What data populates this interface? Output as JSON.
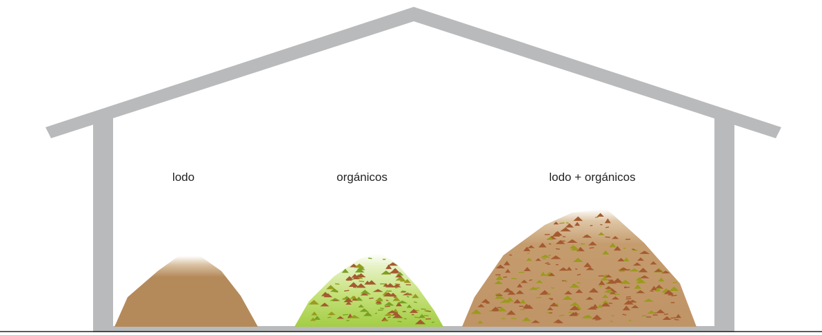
{
  "labels": {
    "sludge": "lodo",
    "organics": "orgánicos",
    "mixed": "lodo + orgánicos"
  },
  "colors": {
    "building": "#b9babc",
    "ground_line": "#222222",
    "sludge_pile": "#b48a5a",
    "organics_pile_base": "#a6d04a",
    "organics_pile_top": "#dcefb0",
    "mixed_pile": "#c49a6c",
    "fleck_brown": "#a45a30",
    "fleck_olive": "#9a9a1e",
    "fleck_green_dark": "#7aa023"
  },
  "piles": [
    {
      "id": "sludge",
      "label_key": "sludge",
      "flecks": "none"
    },
    {
      "id": "organics",
      "label_key": "organics",
      "flecks": "brown-green"
    },
    {
      "id": "mixed",
      "label_key": "mixed",
      "flecks": "brown-olive"
    }
  ]
}
